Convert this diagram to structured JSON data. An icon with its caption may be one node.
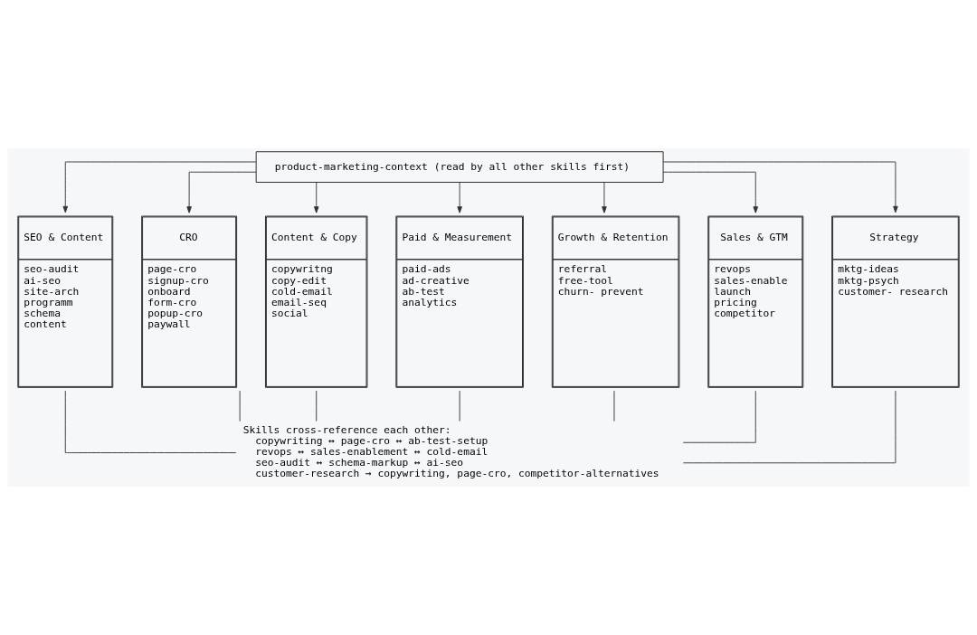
{
  "diagram": {
    "nodes": [
      {
        "text": [
          "product-marketing-context (read by all other skills first)"
        ]
      },
      {
        "text": [
          "SEO & Content",
          "seo-audit",
          "ai-seo",
          "site-arch",
          "programm",
          "schema",
          "content"
        ]
      },
      {
        "text": [
          "CRO",
          "page-cro",
          "signup-cro",
          "onboard",
          "form-cro",
          "popup-cro",
          "paywall"
        ]
      },
      {
        "text": [
          "Content & Copy",
          "copywritng",
          "copy-edit",
          "cold-email",
          "email-seq",
          "social"
        ]
      },
      {
        "text": [
          "Paid & Measurement",
          "paid-ads",
          "ad-creative",
          "ab-test",
          "analytics"
        ]
      },
      {
        "text": [
          "Growth & Retention",
          "referral",
          "free-tool",
          "churn- prevent"
        ]
      },
      {
        "text": [
          "Sales & GTM",
          "revops",
          "sales-enable",
          "launch",
          "pricing",
          "competitor"
        ]
      },
      {
        "text": [
          "Strategy",
          "mktg-ideas",
          "mktg-psych",
          "customer- research"
        ]
      },
      {
        "text": [
          "Skills cross-reference each other:",
          "copywriting ↔ page-cro ↔ ab-test-setup",
          "revops ↔ sales-enablement ↔ cold-email",
          "seo-audit ↔ schema-markup ↔ ai-seo",
          "customer-research → copywriting, page-cro, competitor-alternatives"
        ]
      }
    ],
    "edges": [
      {
        "from": 0,
        "to": 1,
        "arrow": "to"
      },
      {
        "from": 0,
        "to": 2,
        "arrow": "to"
      },
      {
        "from": 0,
        "to": 3,
        "arrow": "to"
      },
      {
        "from": 0,
        "to": 4,
        "arrow": "to"
      },
      {
        "from": 0,
        "to": 5,
        "arrow": "to"
      },
      {
        "from": 0,
        "to": 6,
        "arrow": "to"
      },
      {
        "from": 0,
        "to": 7,
        "arrow": "to"
      },
      {
        "from": 1,
        "to": 8,
        "arrow": "none"
      },
      {
        "from": 2,
        "to": 8,
        "arrow": "none"
      },
      {
        "from": 3,
        "to": 8,
        "arrow": "none"
      },
      {
        "from": 4,
        "to": 8,
        "arrow": "none"
      },
      {
        "from": 5,
        "to": 8,
        "arrow": "none"
      },
      {
        "from": 6,
        "to": 8,
        "arrow": "none"
      },
      {
        "from": 7,
        "to": 8,
        "arrow": "none"
      }
    ]
  }
}
